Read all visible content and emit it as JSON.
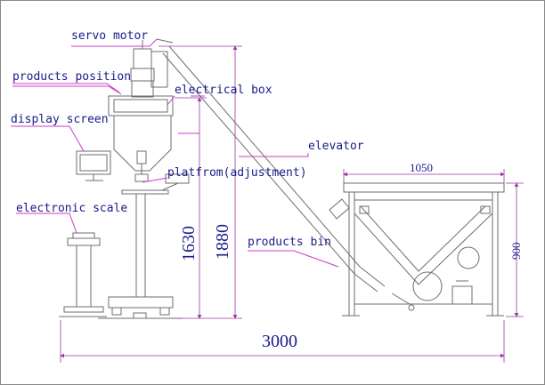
{
  "labels": {
    "servo_motor": "servo motor",
    "products_position": "products position",
    "electrical_box": "electrical box",
    "display_screen": "display screen",
    "elevator": "elevator",
    "platform": "platfrom(adjustment)",
    "electronic_scale": "electronic scale",
    "products_bin": "products bin"
  },
  "dimensions": {
    "bin_width": "1050",
    "bin_height": "900",
    "filler_height": "1630",
    "total_height": "1880",
    "total_length": "3000"
  },
  "colors": {
    "label_text": "#1a1a8c",
    "leader_line": "#c83cc8",
    "machine_line": "#6e6e6e",
    "dimension_line": "#9a3aa0"
  }
}
